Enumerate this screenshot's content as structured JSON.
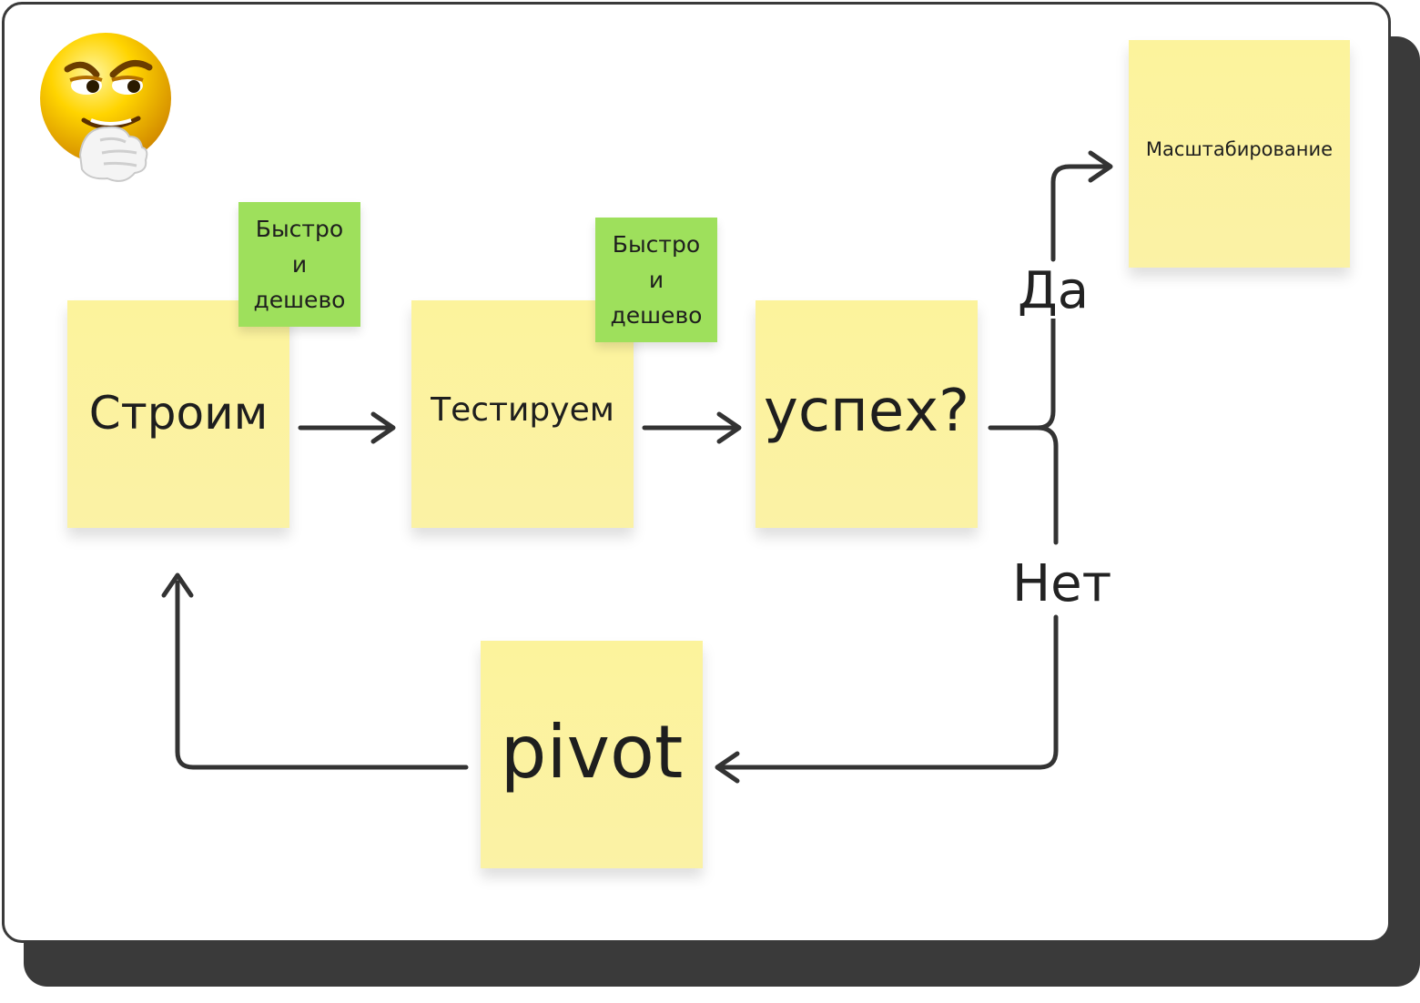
{
  "nodes": {
    "build": "Строим",
    "test": "Тестируем",
    "success": "успех?",
    "pivot": "pivot",
    "scale": "Масштабирование"
  },
  "notes": {
    "build_note": [
      "Быстро",
      "и",
      "дешево"
    ],
    "test_note": [
      "Быстро",
      "и",
      "дешево"
    ]
  },
  "branches": {
    "yes": "Да",
    "no": "Нет"
  },
  "colors": {
    "sticky_yellow": "#fbf2a5",
    "sticky_green": "#9ee05c",
    "connector": "#333333",
    "board_border": "#3a3a3a"
  },
  "icons": {
    "emoji": "thinking-sly-smiley-icon"
  }
}
